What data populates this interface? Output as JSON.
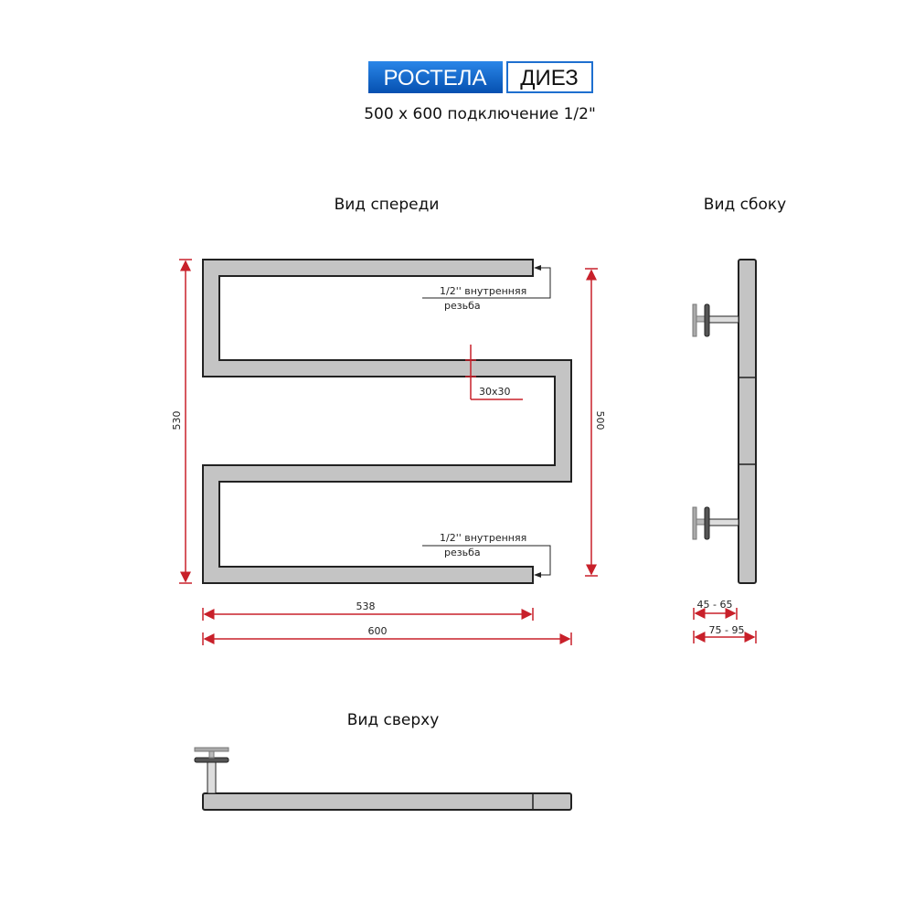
{
  "logo": {
    "brand": "РОСТЕЛА",
    "model": "ДИЕЗ",
    "brand_color": "#0a63c9"
  },
  "subtitle": "500 x 600 подключение 1/2\"",
  "front_view": {
    "title": "Вид спереди",
    "thread_top": [
      "1/2'' внутренняя",
      "резьба"
    ],
    "thread_bottom": [
      "1/2'' внутренняя",
      "резьба"
    ],
    "profile": "30x30",
    "height_total": "530",
    "center_distance": "500",
    "width_inner": "538",
    "width_total": "600"
  },
  "side_view": {
    "title": "Вид сбоку",
    "depth_min": "45 - 65",
    "depth_max": "75 - 95"
  },
  "top_view": {
    "title": "Вид сверху"
  },
  "colors": {
    "dimension": "#c8202a",
    "part": "#c4c4c4"
  }
}
